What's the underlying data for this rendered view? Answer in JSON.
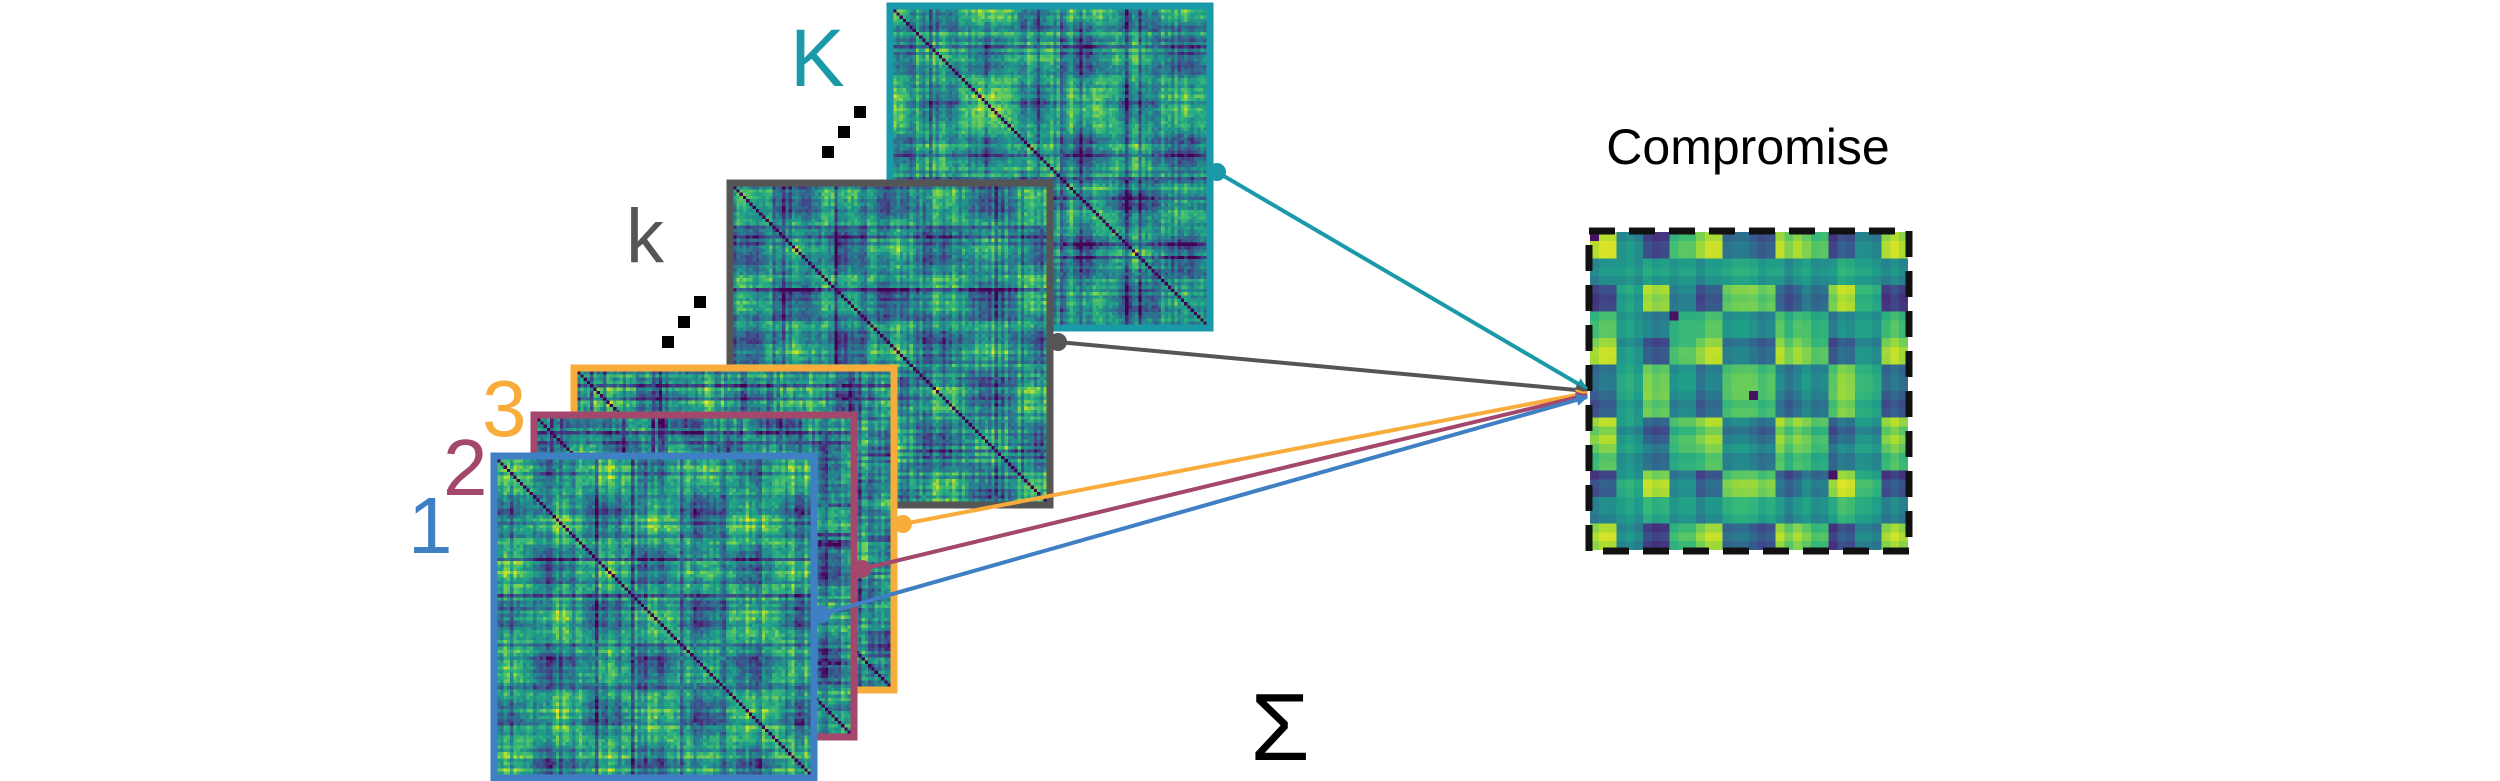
{
  "labels": {
    "matrix_1": "1",
    "matrix_2": "2",
    "matrix_3": "3",
    "matrix_k": "k",
    "matrix_K": "K",
    "compromise_title": "Compromise",
    "sum_symbol": "Σ"
  },
  "colors": {
    "matrix_1": "#3f7fc4",
    "matrix_2": "#a3476c",
    "matrix_3": "#f8ac3c",
    "matrix_k": "#555555",
    "matrix_K": "#1a9aa8",
    "compromise_border": "#111111",
    "dots": "#000000"
  },
  "heatmap": {
    "colormap": "viridis",
    "matrix_size": 96,
    "compromise_size": 36
  }
}
